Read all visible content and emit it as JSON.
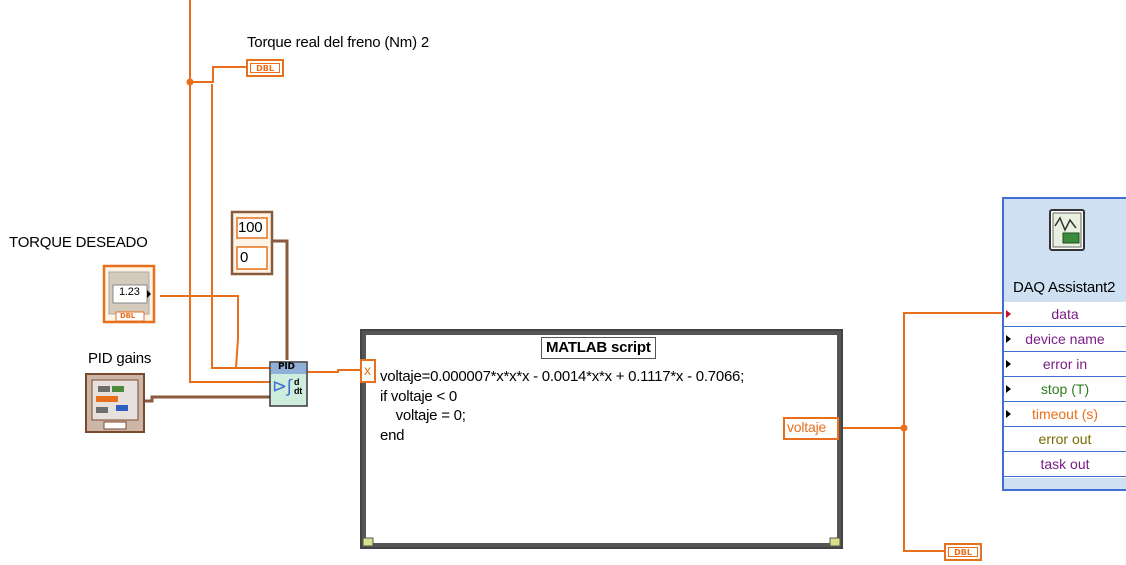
{
  "labels": {
    "torque_real": "Torque real del freno (Nm) 2",
    "torque_deseado": "TORQUE DESEADO",
    "pid_gains": "PID gains"
  },
  "indicators": {
    "dbl_tag": "DBL",
    "numeric_control_value": "1.23"
  },
  "range_constants": {
    "high": "100",
    "low": "0"
  },
  "pid_block": {
    "title": "PID"
  },
  "matlab": {
    "title": "MATLAB script",
    "input_var": "x",
    "output_var": "voltaje",
    "code": "voltaje=0.000007*x*x*x - 0.0014*x*x + 0.1117*x - 0.7066;\nif voltaje < 0\n    voltaje = 0;\nend"
  },
  "daq": {
    "title": "DAQ Assistant2",
    "terminals": [
      {
        "label": "data",
        "color": "#7a1e86"
      },
      {
        "label": "device name",
        "color": "#7a1e86"
      },
      {
        "label": "error in",
        "color": "#7a1e86"
      },
      {
        "label": "stop (T)",
        "color": "#2e7d20"
      },
      {
        "label": "timeout (s)",
        "color": "#e8701c"
      },
      {
        "label": "error out",
        "color": "#7a6a00"
      },
      {
        "label": "task out",
        "color": "#7a1e86"
      }
    ]
  },
  "colors": {
    "wire_dbl": "#e8701c",
    "wire_cluster": "#8a5a3c",
    "daq_header": "#cfe0f2",
    "border_dark": "#555555"
  }
}
